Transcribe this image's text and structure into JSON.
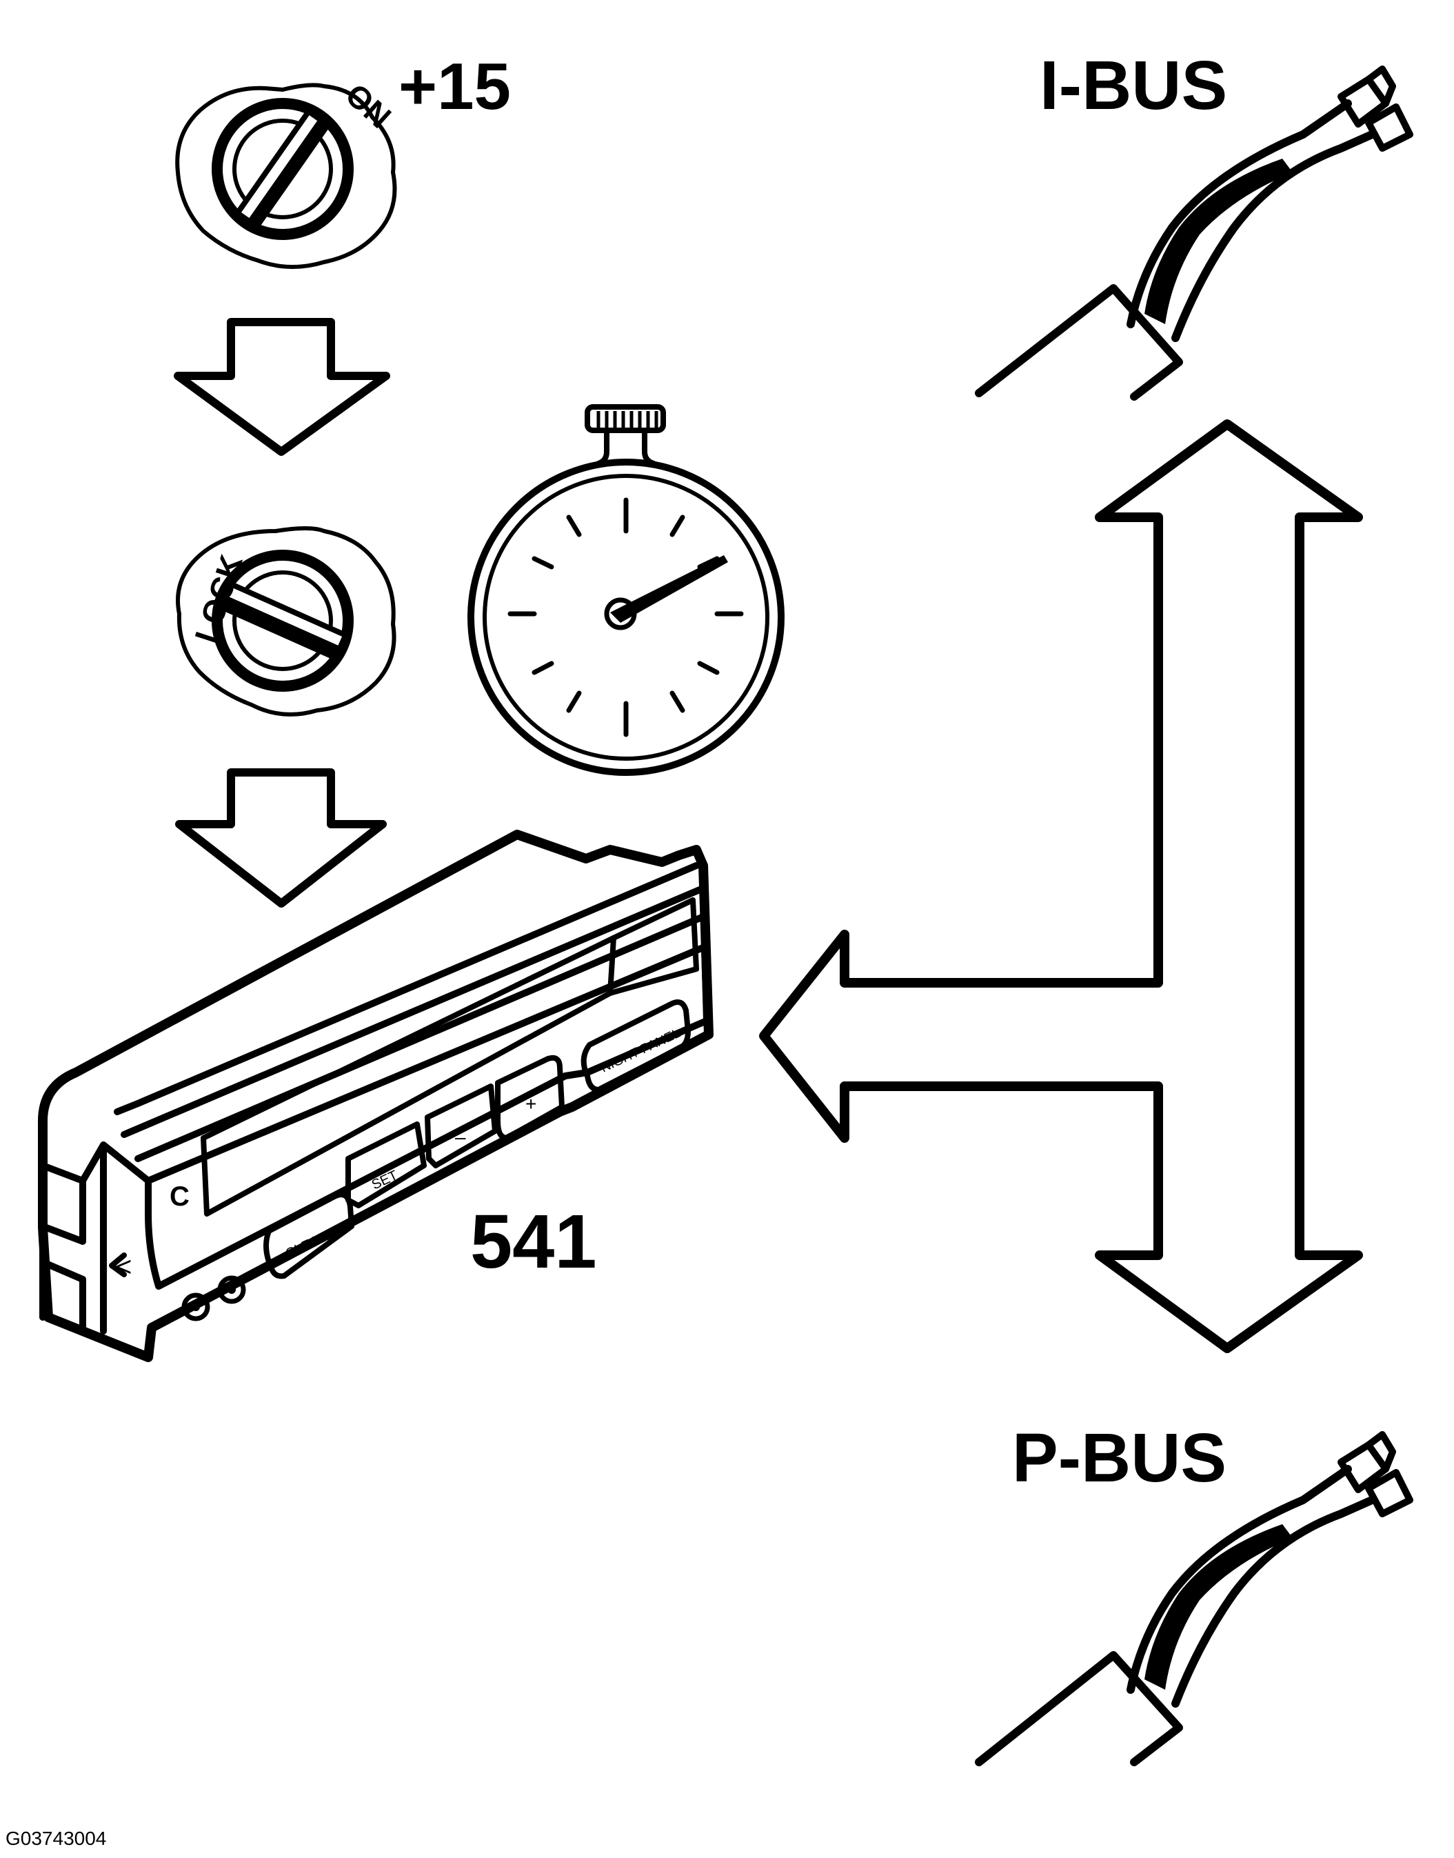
{
  "labels": {
    "ignition_terminal": "+15",
    "ibus": "I-BUS",
    "pbus": "P-BUS",
    "module_number": "541",
    "figure_code": "G03743004"
  },
  "ignition": {
    "on_text": "ON",
    "lock_text": "LOCK"
  },
  "panel_buttons": {
    "night_panel": "NIGHT PANEL",
    "plus": "+",
    "minus": "–",
    "set": "SET",
    "clear": "CLEAR",
    "phone_symbol": "C",
    "side_mark": "<"
  }
}
